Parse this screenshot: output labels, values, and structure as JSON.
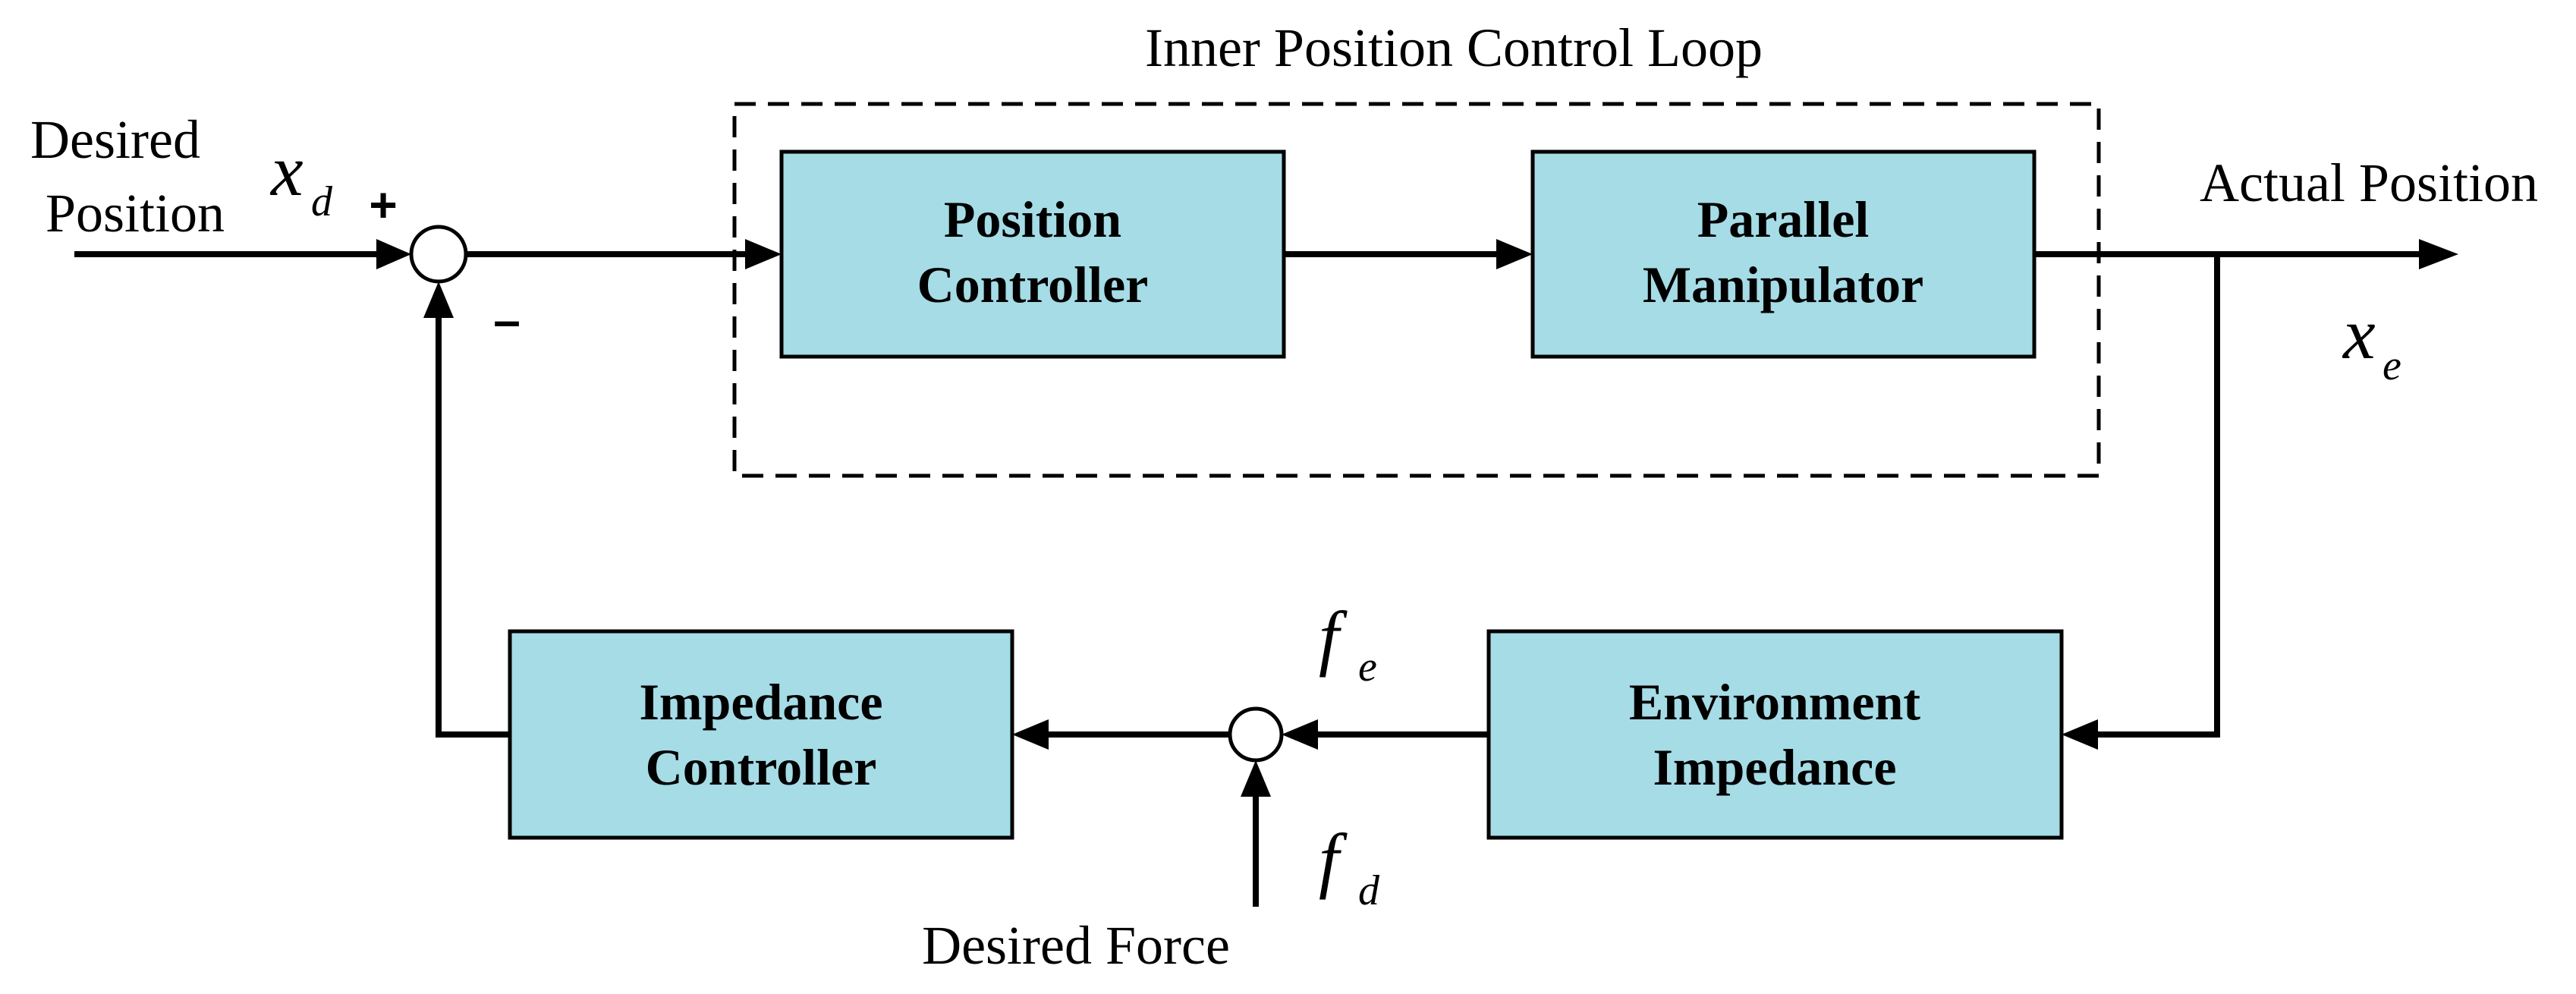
{
  "inner_loop": {
    "label": "Inner Position Control Loop"
  },
  "blocks": {
    "position_controller": [
      "Position",
      "Controller"
    ],
    "parallel_manipulator": [
      "Parallel",
      "Manipulator"
    ],
    "impedance_controller": [
      "Impedance",
      "Controller"
    ],
    "environment_impedance": [
      "Environment",
      "Impedance"
    ]
  },
  "signals": {
    "desired_position": [
      "Desired",
      "Position"
    ],
    "actual_position": "Actual Position",
    "desired_force": "Desired Force",
    "x_d": {
      "base": "x",
      "sub": "d"
    },
    "x_e": {
      "base": "x",
      "sub": "e"
    },
    "f_e": {
      "base": "f",
      "sub": "e"
    },
    "f_d": {
      "base": "f",
      "sub": "d"
    },
    "plus_sign": "+",
    "minus_sign": "–"
  },
  "colors": {
    "block_fill": "#a5dce6",
    "line": "#000000"
  }
}
